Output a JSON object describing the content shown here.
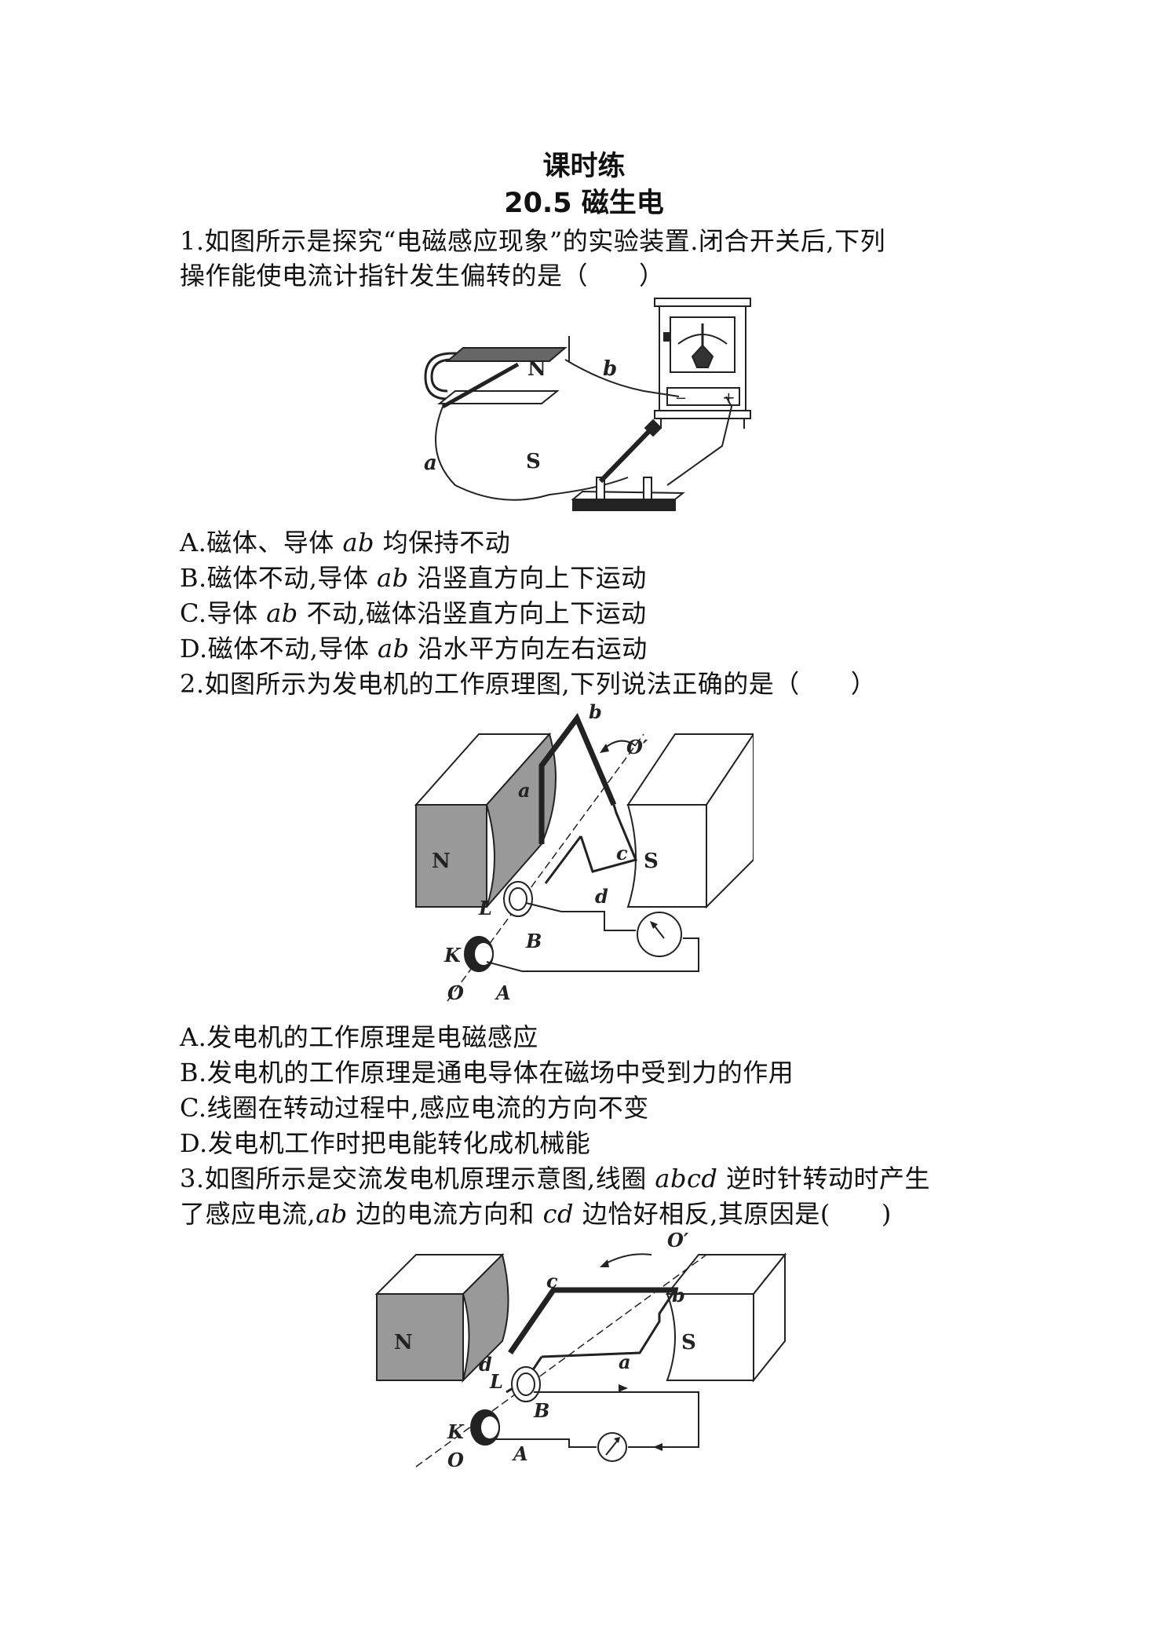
{
  "header": {
    "title": "课时练",
    "subtitle": "20.5 磁生电"
  },
  "q1": {
    "stem_line1": "1.如图所示是探究“电磁感应现象”的实验装置.闭合开关后,下列",
    "stem_line2": "操作能使电流计指针发生偏转的是（　　）",
    "figure_labels": {
      "n": "N",
      "s": "S",
      "a": "a",
      "b": "b",
      "minus": "−",
      "plus": "+"
    },
    "options": [
      {
        "pre": "A.磁体、导体 ",
        "var": "ab",
        "post": " 均保持不动"
      },
      {
        "pre": "B.磁体不动,导体 ",
        "var": "ab",
        "post": " 沿竖直方向上下运动"
      },
      {
        "pre": "C.导体 ",
        "var": "ab",
        "post": " 不动,磁体沿竖直方向上下运动"
      },
      {
        "pre": "D.磁体不动,导体 ",
        "var": "ab",
        "post": " 沿水平方向左右运动"
      }
    ]
  },
  "q2": {
    "stem_line1": "2.如图所示为发电机的工作原理图,下列说法正确的是（　　）",
    "figure_labels": {
      "n": "N",
      "s": "S",
      "a": "a",
      "b": "b",
      "c": "c",
      "d": "d",
      "o": "O",
      "o_prime": "O′",
      "k": "K",
      "l": "L",
      "A": "A",
      "B": "B"
    },
    "options": [
      "A.发电机的工作原理是电磁感应",
      "B.发电机的工作原理是通电导体在磁场中受到力的作用",
      "C.线圈在转动过程中,感应电流的方向不变",
      "D.发电机工作时把电能转化成机械能"
    ]
  },
  "q3": {
    "line1_pre": "3.如图所示是交流发电机原理示意图,线圈 ",
    "line1_var": "abcd",
    "line1_post": " 逆时针转动时产生",
    "line2_pre": "了感应电流,",
    "line2_var1": "ab",
    "line2_mid": " 边的电流方向和 ",
    "line2_var2": "cd",
    "line2_post": " 边恰好相反,其原因是(　　)",
    "figure_labels": {
      "n": "N",
      "s": "S",
      "a": "a",
      "b": "b",
      "c": "c",
      "d": "d",
      "o": "O",
      "o_prime": "O′",
      "k": "K",
      "l": "L",
      "A": "A",
      "B": "B"
    }
  }
}
